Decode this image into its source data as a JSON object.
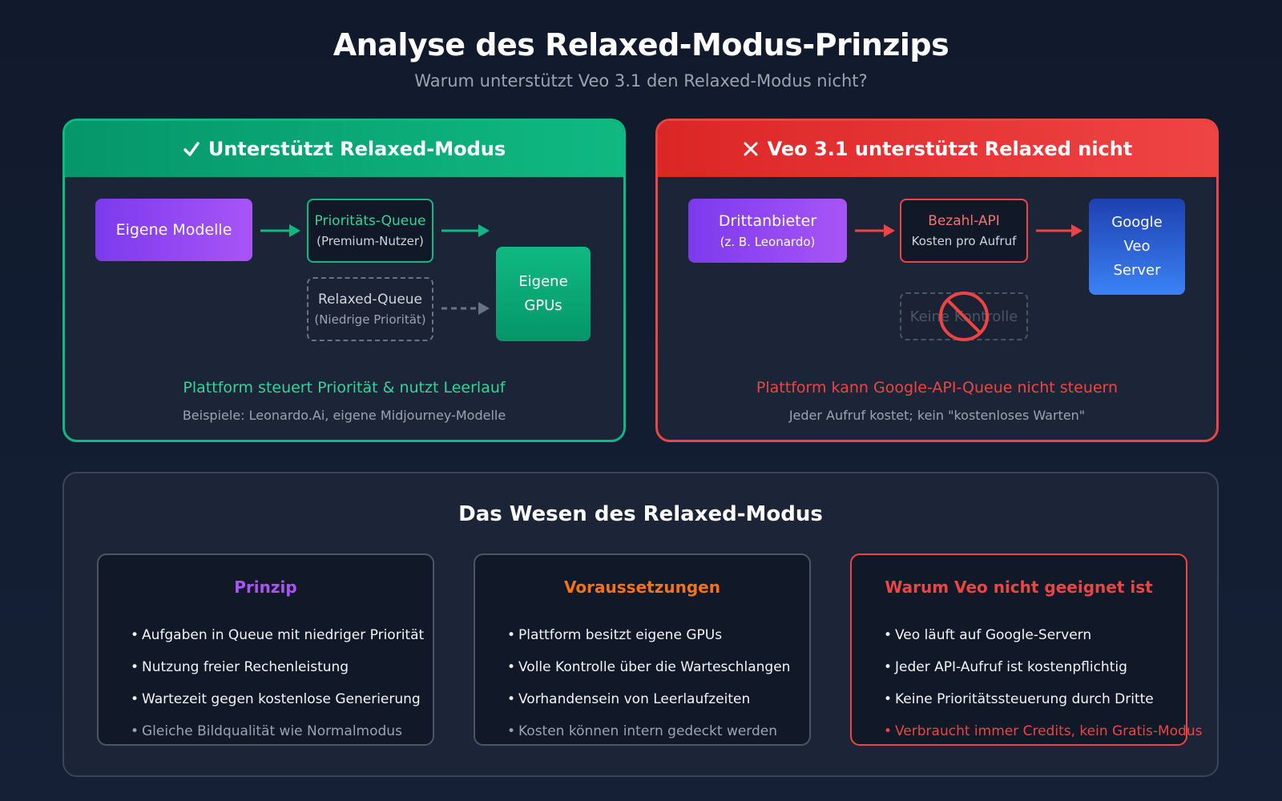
{
  "header": {
    "title": "Analyse des Relaxed-Modus-Prinzips",
    "subtitle": "Warum unterstützt Veo 3.1 den Relaxed-Modus nicht?"
  },
  "left_panel": {
    "heading": "Unterstützt Relaxed-Modus",
    "nodes": {
      "own_models": "Eigene Modelle",
      "priority_queue": "Prioritäts-Queue",
      "priority_queue_sub": "(Premium-Nutzer)",
      "relaxed_queue": "Relaxed-Queue",
      "relaxed_queue_sub": "(Niedrige Priorität)",
      "gpus_line1": "Eigene",
      "gpus_line2": "GPUs"
    },
    "note": "Plattform steuert Priorität & nutzt Leerlauf",
    "examples": "Beispiele: Leonardo.Ai, eigene Midjourney-Modelle",
    "colors": {
      "accent": "#10b981",
      "note": "#34d399"
    }
  },
  "right_panel": {
    "heading": "Veo 3.1 unterstützt Relaxed nicht",
    "nodes": {
      "third_party": "Drittanbieter",
      "third_party_sub": "(z. B. Leonardo)",
      "paid_api": "Bezahl-API",
      "paid_api_sub": "Kosten pro Aufruf",
      "server_line1": "Google",
      "server_line2": "Veo",
      "server_line3": "Server",
      "no_control": "Keine Kontrolle"
    },
    "note": "Plattform kann Google-API-Queue nicht steuern",
    "examples": "Jeder Aufruf kostet; kein \"kostenloses Warten\"",
    "colors": {
      "accent": "#ef4444",
      "note": "#ef4444"
    }
  },
  "essence": {
    "title": "Das Wesen des Relaxed-Modus",
    "cards": [
      {
        "title": "Prinzip",
        "title_color": "#a855f7",
        "items": [
          "Aufgaben in Queue mit niedriger Priorität",
          "Nutzung freier Rechenleistung",
          "Wartezeit gegen kostenlose Generierung",
          "Gleiche Bildqualität wie Normalmodus"
        ]
      },
      {
        "title": "Voraussetzungen",
        "title_color": "#f97316",
        "items": [
          "Plattform besitzt eigene GPUs",
          "Volle Kontrolle über die Warteschlangen",
          "Vorhandensein von Leerlaufzeiten",
          "Kosten können intern gedeckt werden"
        ]
      },
      {
        "title": "Warum Veo nicht geeignet ist",
        "title_color": "#ef4444",
        "items": [
          "Veo läuft auf Google-Servern",
          "Jeder API-Aufruf ist kostenpflichtig",
          "Keine Prioritätssteuerung durch Dritte",
          "Verbraucht immer Credits, kein Gratis-Modus"
        ]
      }
    ]
  },
  "icons": [
    "check-icon",
    "cross-icon",
    "prohibited-icon",
    "arrow-right-icon"
  ]
}
